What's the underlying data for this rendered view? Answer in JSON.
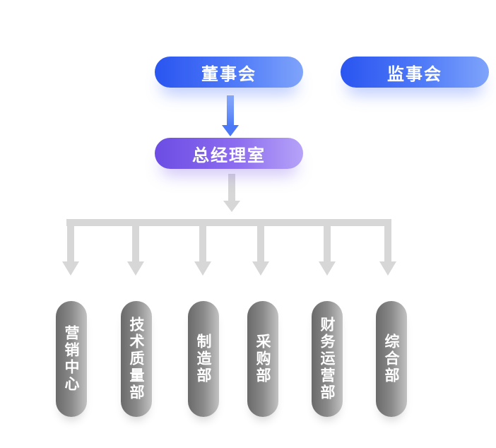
{
  "board": {
    "label": "董事会",
    "color": "#2a55f0"
  },
  "supervisors": {
    "label": "监事会",
    "color": "#2a55f0"
  },
  "gm_office": {
    "label": "总经理室",
    "color": "#6c4de4"
  },
  "departments": [
    {
      "label": "营销中心"
    },
    {
      "label": "技术质量部"
    },
    {
      "label": "制造部"
    },
    {
      "label": "采购部"
    },
    {
      "label": "财务运营部"
    },
    {
      "label": "综合部"
    }
  ],
  "connector_color": "#d7d7d7"
}
